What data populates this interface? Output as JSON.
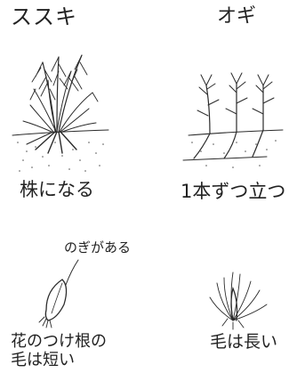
{
  "left_title": "ススキ",
  "right_title": "オギ",
  "left_growth_caption": "株になる",
  "right_growth_caption": "1本ずつ立つ",
  "awn_note": "のぎがある",
  "left_hair_caption": [
    "花のつけ根の",
    "毛は短い"
  ],
  "right_hair_caption": "毛は長い"
}
